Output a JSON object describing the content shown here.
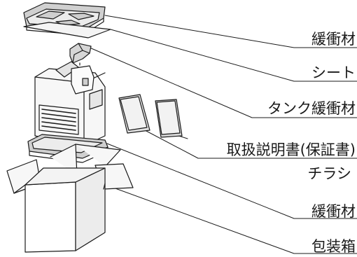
{
  "diagram": {
    "labels": [
      "緩衝材",
      "シート",
      "タンク緩衝材",
      "取扱説明書(保証書)",
      "チラシ",
      "緩衝材",
      "包装箱"
    ]
  },
  "colors": {
    "line": "#1a1a1a",
    "part_gray": "#cfcfcf",
    "part_light": "#f2f2f2",
    "part_dark": "#9a9a9a"
  }
}
